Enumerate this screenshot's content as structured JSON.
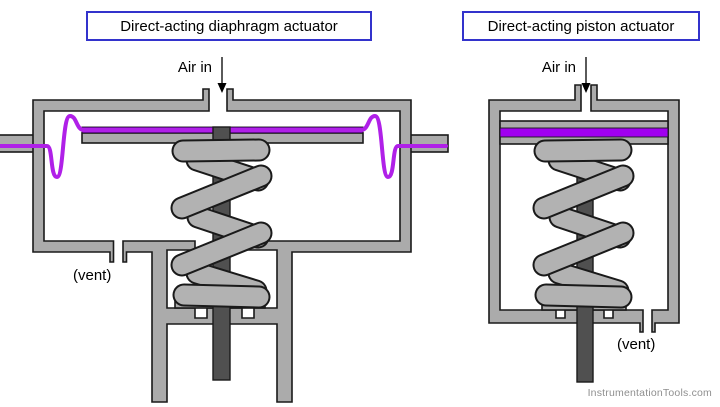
{
  "colors": {
    "background": "#ffffff",
    "casing_gray": "#ababab",
    "spring_gray": "#b2b2b2",
    "stem_gray": "#505050",
    "outline_dark": "#1a1a1a",
    "diaphragm_purple": "#b020e8",
    "stripe_purple": "#a000f0",
    "title_border_blue": "#3333cc",
    "watermark_gray": "#8f8f8f",
    "label_text": "#000000"
  },
  "left_actuator": {
    "title": "Direct-acting diaphragm actuator",
    "air_in_label": "Air in",
    "vent_label": "(vent)"
  },
  "right_actuator": {
    "title": "Direct-acting piston actuator",
    "air_in_label": "Air in",
    "vent_label": "(vent)"
  },
  "watermark": "InstrumentationTools.com"
}
